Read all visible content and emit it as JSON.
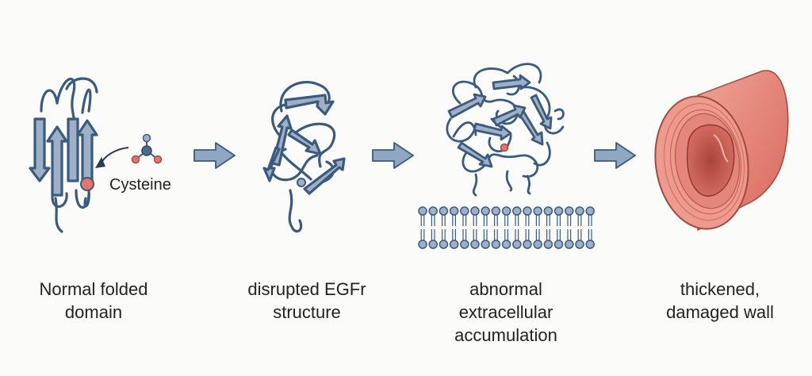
{
  "labels": {
    "cysteine": "Cysteine"
  },
  "steps": [
    {
      "caption_line1": "Normal folded",
      "caption_line2": "domain"
    },
    {
      "caption_line1": "disrupted EGFr",
      "caption_line2": "structure"
    },
    {
      "caption_line1": "abnormal",
      "caption_line2": "extracellular",
      "caption_line3": "accumulation"
    },
    {
      "caption_line1": "thickened,",
      "caption_line2": "damaged wall"
    }
  ],
  "colors": {
    "protein_fill": "#9db0c8",
    "protein_stroke": "#3a5a7e",
    "arrow": "#8099b6",
    "cysteine_red": "#e8736c",
    "vessel_outer": "#e88b7e",
    "vessel_inner": "#c65a50",
    "membrane_head": "#9db0c8"
  },
  "icons": [
    "cysteine-molecule-icon",
    "process-arrow-icon"
  ]
}
